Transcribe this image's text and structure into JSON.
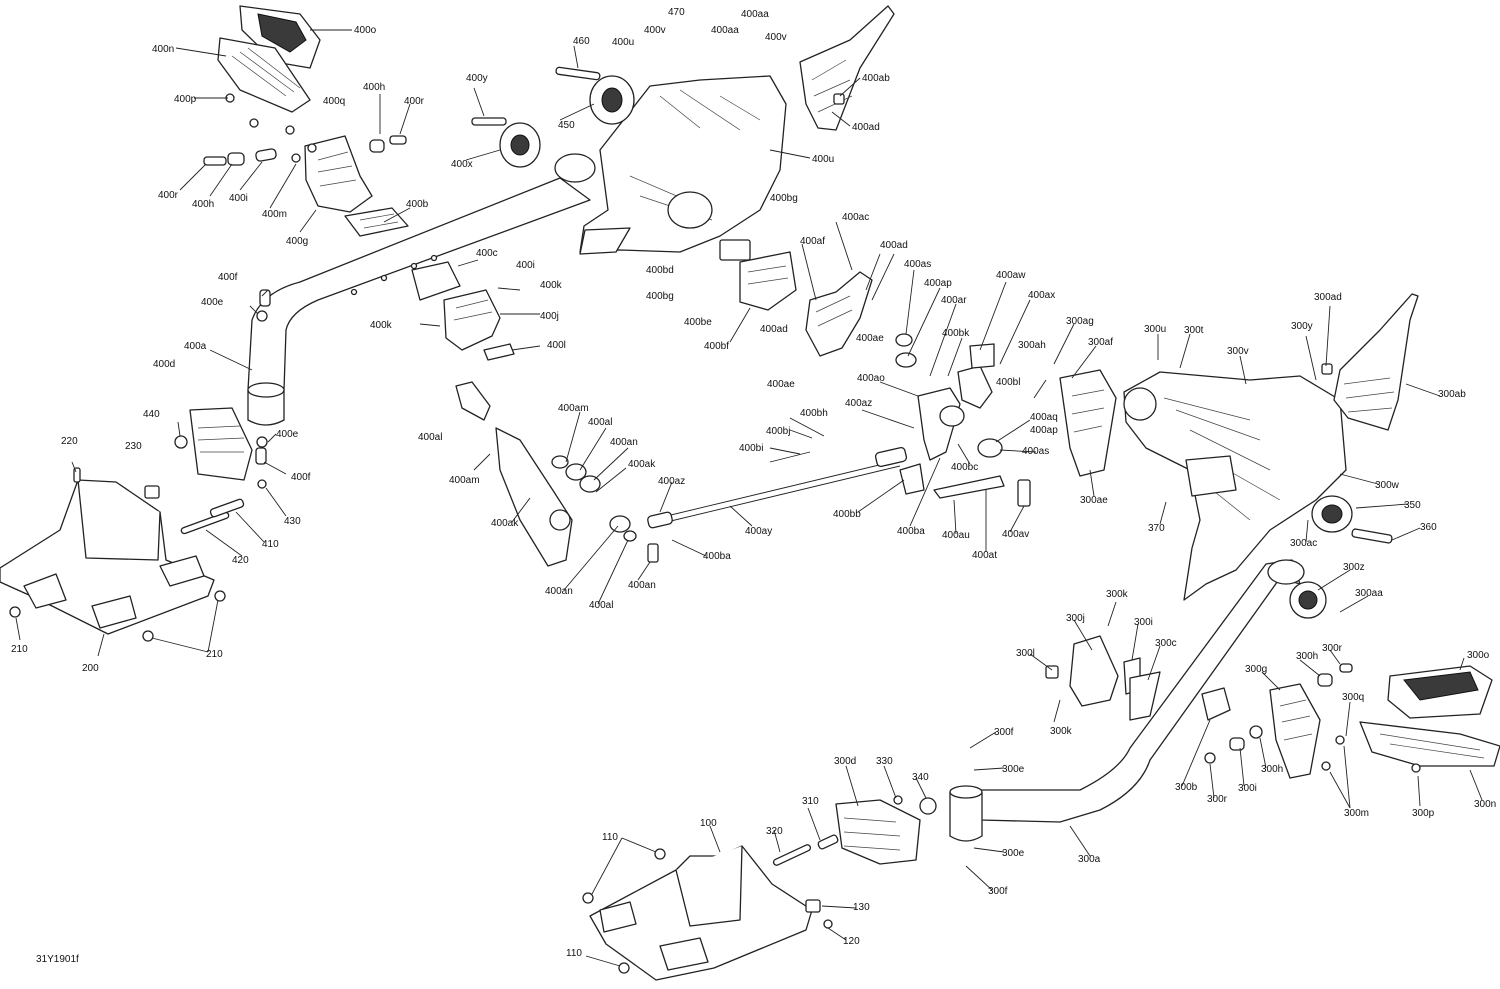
{
  "drawing": {
    "id": "31Y1901f",
    "callouts": [
      "400o",
      "400n",
      "400p",
      "400q",
      "400h",
      "400r",
      "400r",
      "400h",
      "400i",
      "400m",
      "400g",
      "400b",
      "460",
      "470",
      "400u",
      "400v",
      "400aa",
      "400aa",
      "400v",
      "400y",
      "450",
      "400x",
      "400u",
      "400ab",
      "400ad",
      "400bg",
      "400ac",
      "400af",
      "400ad",
      "400bd",
      "400bg",
      "400be",
      "400bf",
      "400as",
      "400ap",
      "400ar",
      "400ad",
      "400ae",
      "400ae",
      "400c",
      "400i",
      "400k",
      "400j",
      "400k",
      "400l",
      "400f",
      "400e",
      "400a",
      "400d",
      "440",
      "400e",
      "400f",
      "430",
      "220",
      "230",
      "420",
      "410",
      "200",
      "210",
      "210",
      "400aw",
      "400ax",
      "400bk",
      "400bl",
      "400ao",
      "400az",
      "400bh",
      "400bj",
      "400bi",
      "400al",
      "400am",
      "400al",
      "400an",
      "400ak",
      "400am",
      "400ak",
      "400az",
      "400ay",
      "400an",
      "400al",
      "400an",
      "400ba",
      "400bb",
      "400ba",
      "400bc",
      "400aq",
      "400ap",
      "400as",
      "400au",
      "400at",
      "400av",
      "300ag",
      "300af",
      "300ah",
      "300ae",
      "300u",
      "300t",
      "300v",
      "300y",
      "300ad",
      "300ab",
      "300w",
      "350",
      "360",
      "300ac",
      "370",
      "300z",
      "300aa",
      "300k",
      "300j",
      "300i",
      "300l",
      "300c",
      "300k",
      "300g",
      "300h",
      "300r",
      "300o",
      "300q",
      "300b",
      "300i",
      "300r",
      "300h",
      "300m",
      "300p",
      "300n",
      "300f",
      "300e",
      "300d",
      "330",
      "340",
      "310",
      "320",
      "300e",
      "300f",
      "300a",
      "110",
      "100",
      "110",
      "130",
      "120"
    ]
  }
}
